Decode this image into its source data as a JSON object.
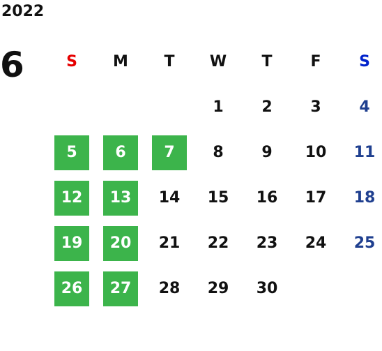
{
  "calendar": {
    "year": "2022",
    "month": "6",
    "weekdays": [
      {
        "label": "S",
        "color": "#e60000"
      },
      {
        "label": "M",
        "color": "#111111"
      },
      {
        "label": "T",
        "color": "#111111"
      },
      {
        "label": "W",
        "color": "#111111"
      },
      {
        "label": "T",
        "color": "#111111"
      },
      {
        "label": "F",
        "color": "#111111"
      },
      {
        "label": "S",
        "color": "#0022cc"
      }
    ],
    "weeks": [
      [
        null,
        null,
        null,
        {
          "day": "1"
        },
        {
          "day": "2"
        },
        {
          "day": "3"
        },
        {
          "day": "4"
        }
      ],
      [
        {
          "day": "5",
          "highlighted": true
        },
        {
          "day": "6",
          "highlighted": true
        },
        {
          "day": "7",
          "highlighted": true
        },
        {
          "day": "8"
        },
        {
          "day": "9"
        },
        {
          "day": "10"
        },
        {
          "day": "11"
        }
      ],
      [
        {
          "day": "12",
          "highlighted": true
        },
        {
          "day": "13",
          "highlighted": true
        },
        {
          "day": "14"
        },
        {
          "day": "15"
        },
        {
          "day": "16"
        },
        {
          "day": "17"
        },
        {
          "day": "18"
        }
      ],
      [
        {
          "day": "19",
          "highlighted": true
        },
        {
          "day": "20",
          "highlighted": true
        },
        {
          "day": "21"
        },
        {
          "day": "22"
        },
        {
          "day": "23"
        },
        {
          "day": "24"
        },
        {
          "day": "25"
        }
      ],
      [
        {
          "day": "26",
          "highlighted": true
        },
        {
          "day": "27",
          "highlighted": true
        },
        {
          "day": "28"
        },
        {
          "day": "29"
        },
        {
          "day": "30"
        },
        null,
        null
      ]
    ],
    "colors": {
      "highlight_bg": "#3cb44b",
      "highlight_text": "#ffffff",
      "saturday_text": "#1f3f8f",
      "default_text": "#111111"
    }
  }
}
